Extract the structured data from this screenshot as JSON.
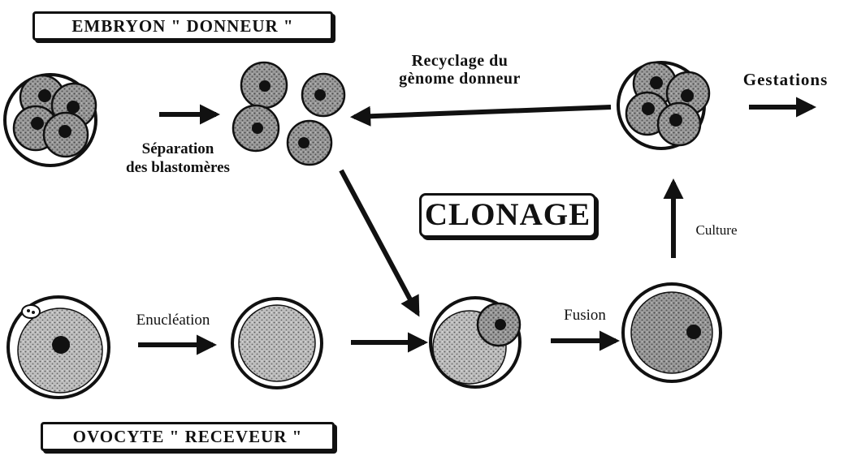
{
  "labels": {
    "donor_embryo": "EMBRYON \" DONNEUR \"",
    "recipient_oocyte": "OVOCYTE \" RECEVEUR \"",
    "cloning": "CLONAGE",
    "separation_line1": "Séparation",
    "separation_line2": "des blastomères",
    "recycling_line1": "Recyclage du",
    "recycling_line2": "gènome donneur",
    "gestations": "Gestations",
    "enucleation": "Enucléation",
    "fusion": "Fusion",
    "culture": "Culture"
  },
  "colors": {
    "ink": "#111111",
    "cytoplasm": "#9a9a9a",
    "cytoplasm_light": "#bdbdbd",
    "background": "#ffffff"
  }
}
